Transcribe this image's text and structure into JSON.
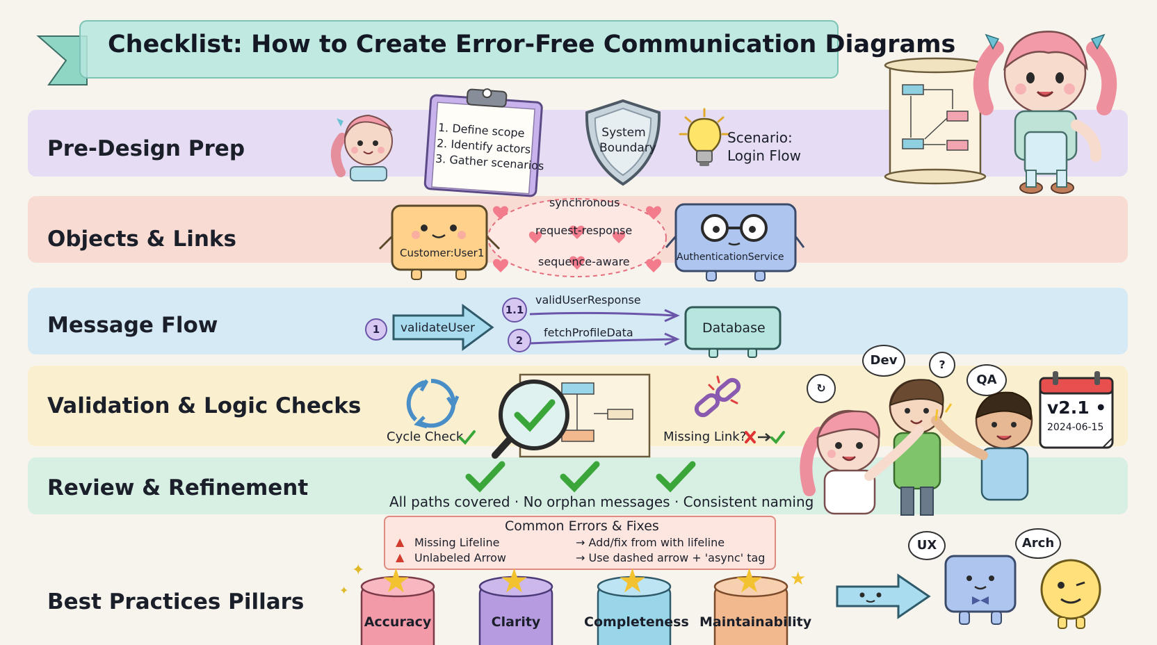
{
  "title": "Checklist: How to Create Error-Free Communication Diagrams",
  "bands": [
    {
      "label": "Pre-Design Prep",
      "color": "#e6dcf3"
    },
    {
      "label": "Objects & Links",
      "color": "#f8dcd4"
    },
    {
      "label": "Message Flow",
      "color": "#d6eaf5"
    },
    {
      "label": "Validation & Logic Checks",
      "color": "#faf0cf"
    },
    {
      "label": "Review & Refinement",
      "color": "#d8efe4"
    },
    {
      "label": "Best Practices Pillars",
      "color": "#f7f4ee"
    }
  ],
  "prep": {
    "clipboard_items": [
      "1. Define scope",
      "2. Identify actors",
      "3. Gather scenarios"
    ],
    "shield": "System Boundary",
    "scenario": "Scenario: Login Flow"
  },
  "objects": {
    "left": "Customer:User1",
    "right": "AuthenticationService",
    "link_labels": [
      "synchronous",
      "request-response",
      "sequence-aware"
    ]
  },
  "message_flow": {
    "messages": [
      {
        "num": "1",
        "label": "validateUser"
      },
      {
        "num": "1.1",
        "label": "validUserResponse"
      },
      {
        "num": "2",
        "label": "fetchProfileData"
      }
    ],
    "target": "Database"
  },
  "validation": {
    "cycle": "Cycle Check",
    "missing_link": "Missing Link?"
  },
  "review": {
    "summary": "All paths covered · No orphan messages · Consistent naming"
  },
  "errors": {
    "title": "Common Errors & Fixes",
    "rows": [
      {
        "error": "Missing Lifeline",
        "fix": "→ Add/fix from with lifeline"
      },
      {
        "error": "Unlabeled Arrow",
        "fix": "→ Use dashed arrow + 'async' tag"
      }
    ]
  },
  "pillars": [
    {
      "label": "Accuracy",
      "color": "#f39aa8"
    },
    {
      "label": "Clarity",
      "color": "#b79be0"
    },
    {
      "label": "Completeness",
      "color": "#9ad6ea"
    },
    {
      "label": "Maintainability",
      "color": "#f3b98e"
    }
  ],
  "team": {
    "bubbles": [
      "Dev",
      "QA",
      "UX",
      "Arch"
    ],
    "calendar_version": "v2.1 •",
    "calendar_date": "2024-06-15"
  },
  "icons": [
    "clipboard-icon",
    "shield-icon",
    "lightbulb-icon",
    "cycle-icon",
    "magnifier-check-icon",
    "broken-link-icon",
    "checkmark-icon",
    "star-icon",
    "warning-icon",
    "calendar-icon",
    "scroll-diagram-icon"
  ]
}
